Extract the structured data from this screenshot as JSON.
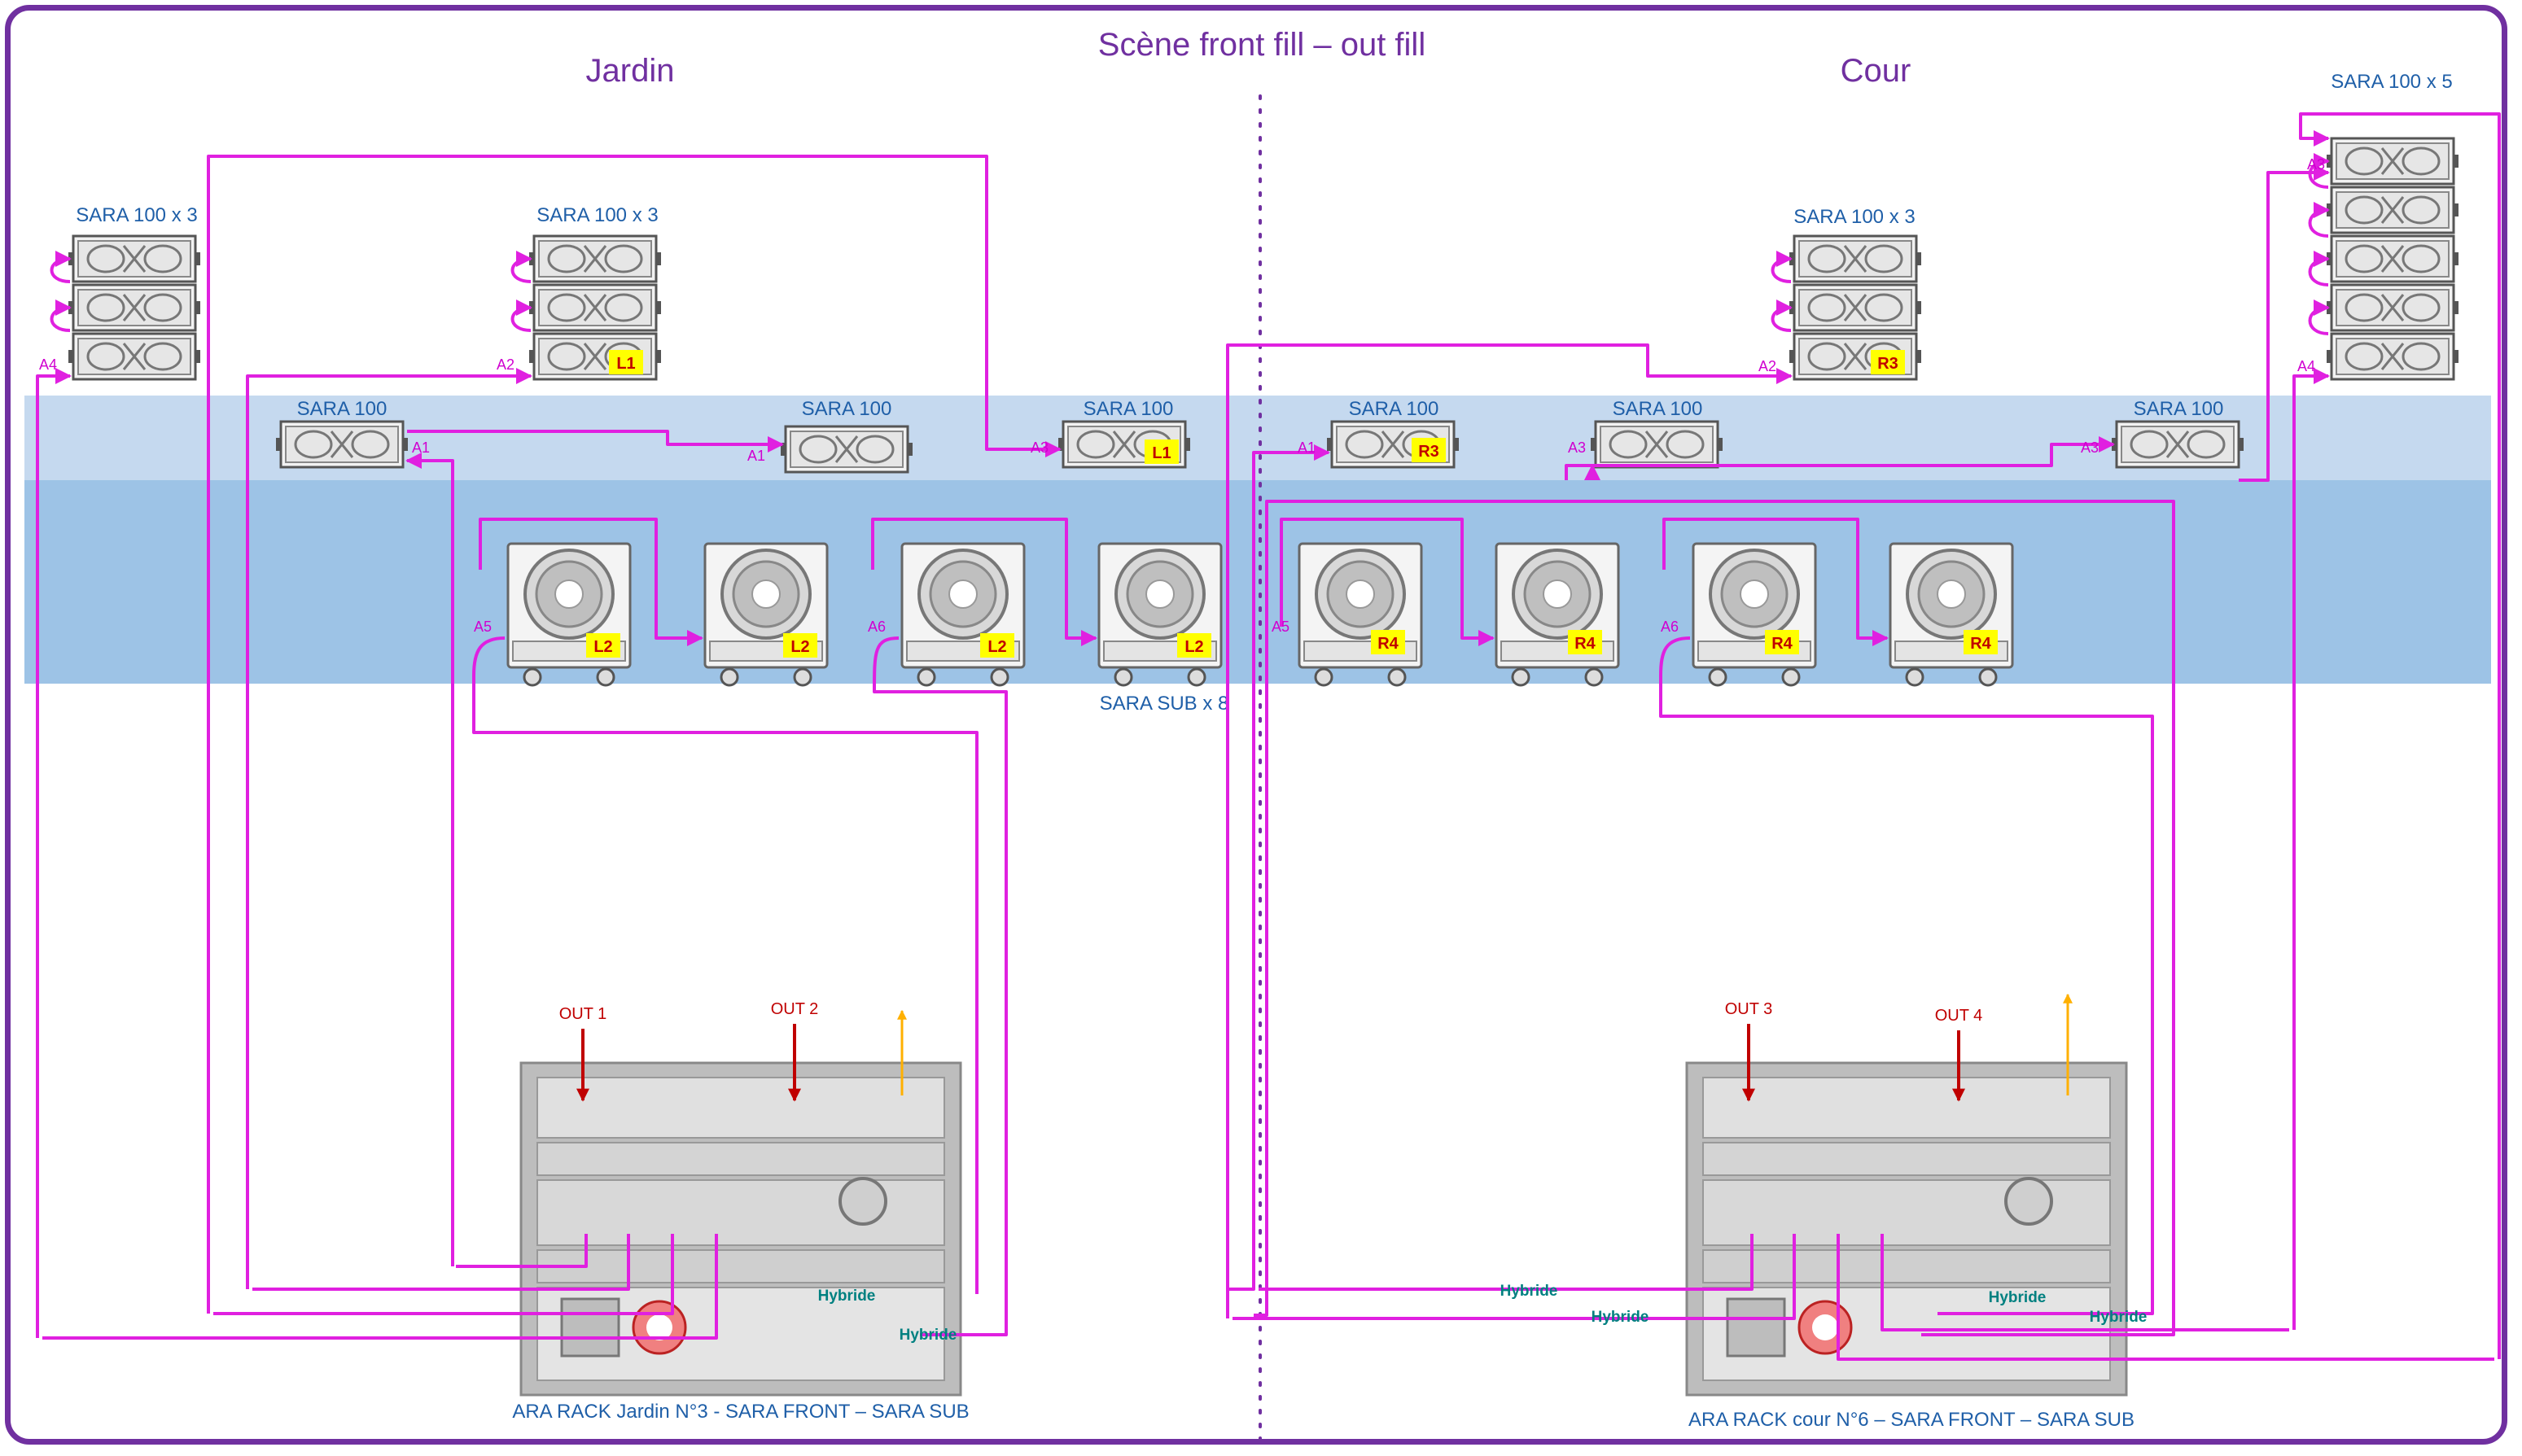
{
  "title": "Scène front fill – out fill",
  "sides": {
    "left": "Jardin",
    "right": "Cour"
  },
  "labels": {
    "sara_100_x3": "SARA 100 x 3",
    "sara_100_x5": "SARA 100 x 5",
    "sara_100": "SARA 100",
    "sara_sub_x8": "SARA SUB x 8",
    "rack_left": "ARA RACK Jardin N°3 - SARA FRONT – SARA SUB",
    "rack_right": "ARA RACK cour N°6 – SARA FRONT – SARA SUB",
    "hybride": "Hybride"
  },
  "outputs": {
    "out1": "OUT 1",
    "out2": "OUT 2",
    "out3": "OUT 3",
    "out4": "OUT 4"
  },
  "amp_channels": {
    "a1": "A1",
    "a2": "A2",
    "a3": "A3",
    "a4": "A4",
    "a5": "A5",
    "a6": "A6"
  },
  "tags": {
    "l1": "L1",
    "l2": "L2",
    "r3": "R3",
    "r4": "R4"
  },
  "colors": {
    "frame": "#7030a0",
    "cable": "#e020e0",
    "stage_top": "#c5d9ef",
    "stage_main": "#9dc3e6",
    "tag": "#ffff00"
  }
}
